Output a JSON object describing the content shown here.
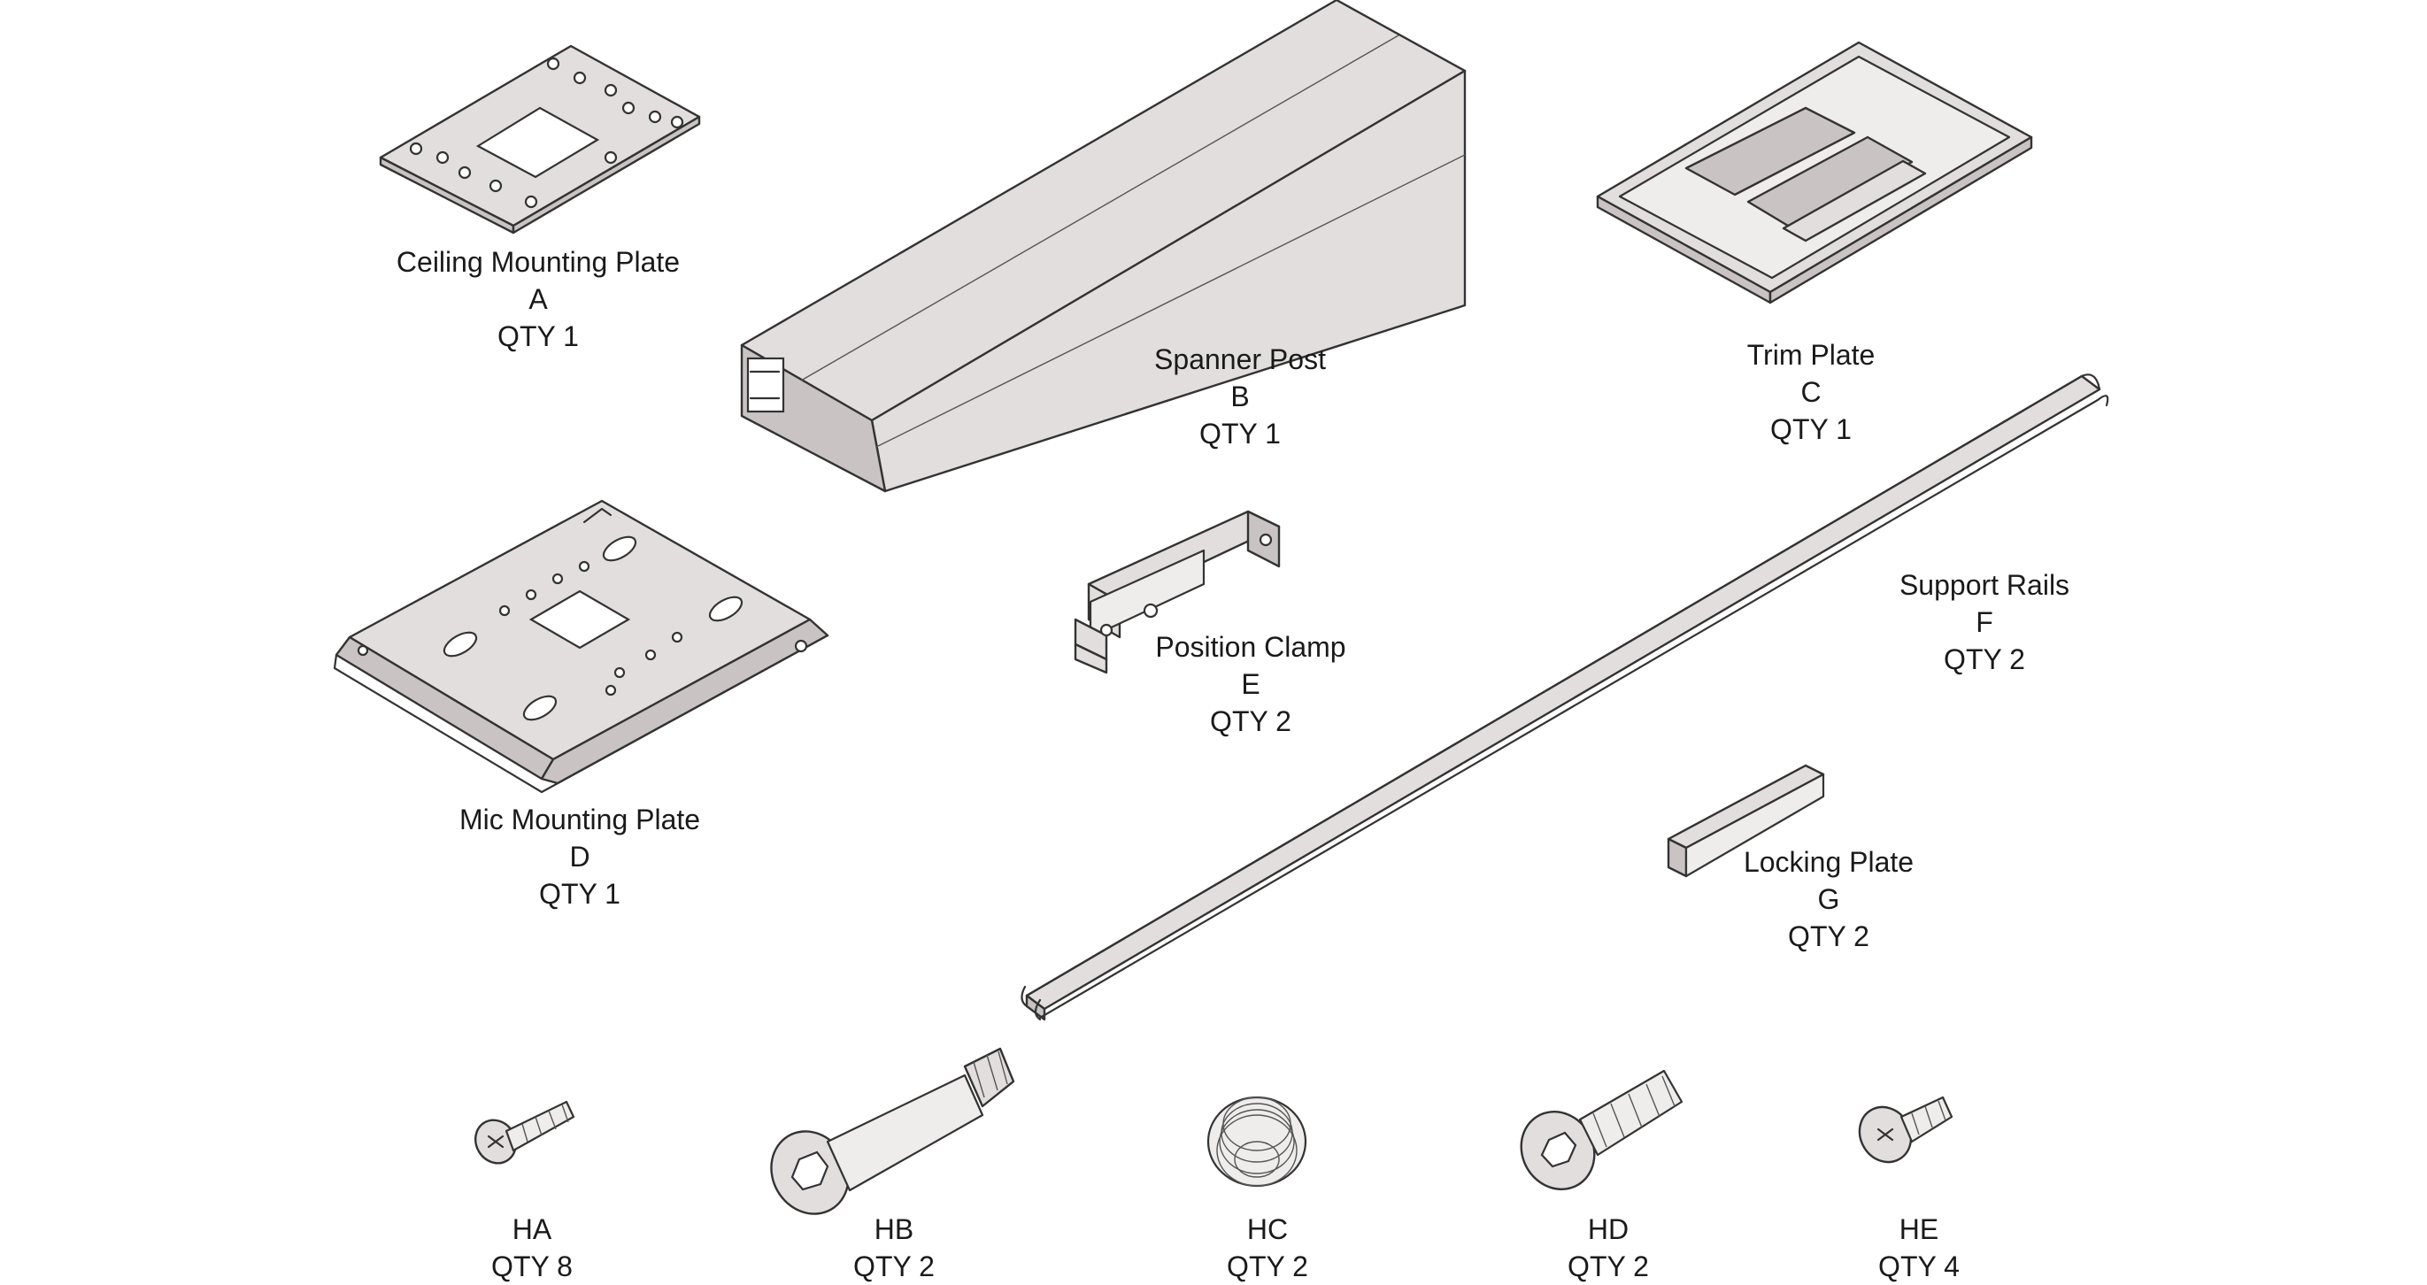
{
  "parts": {
    "a": {
      "name": "Ceiling Mounting Plate",
      "code": "A",
      "qty": "QTY 1"
    },
    "b": {
      "name": "Spanner Post",
      "code": "B",
      "qty": "QTY 1"
    },
    "c": {
      "name": "Trim Plate",
      "code": "C",
      "qty": "QTY 1"
    },
    "d": {
      "name": "Mic Mounting Plate",
      "code": "D",
      "qty": "QTY 1"
    },
    "e": {
      "name": "Position Clamp",
      "code": "E",
      "qty": "QTY 2"
    },
    "f": {
      "name": "Support Rails",
      "code": "F",
      "qty": "QTY 2"
    },
    "g": {
      "name": "Locking Plate",
      "code": "G",
      "qty": "QTY 2"
    }
  },
  "hardware": {
    "ha": {
      "code": "HA",
      "qty": "QTY 8"
    },
    "hb": {
      "code": "HB",
      "qty": "QTY 2"
    },
    "hc": {
      "code": "HC",
      "qty": "QTY 2"
    },
    "hd": {
      "code": "HD",
      "qty": "QTY 2"
    },
    "he": {
      "code": "HE",
      "qty": "QTY 4"
    }
  }
}
